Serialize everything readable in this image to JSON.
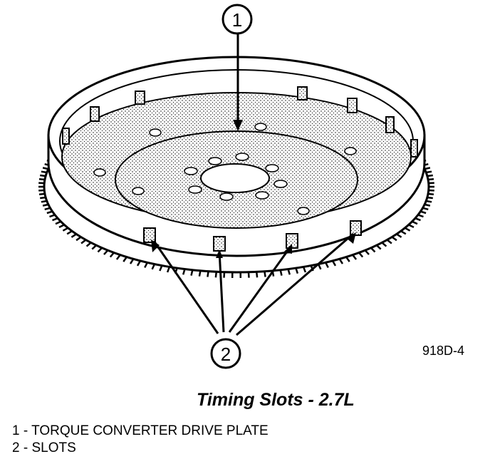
{
  "callouts": {
    "one": "1",
    "two": "2"
  },
  "figure_code": "918D-4",
  "caption": "Timing Slots - 2.7L",
  "legend": [
    "1 - TORQUE CONVERTER DRIVE PLATE",
    "2 - SLOTS"
  ],
  "colors": {
    "ink": "#000000",
    "paper": "#ffffff"
  }
}
